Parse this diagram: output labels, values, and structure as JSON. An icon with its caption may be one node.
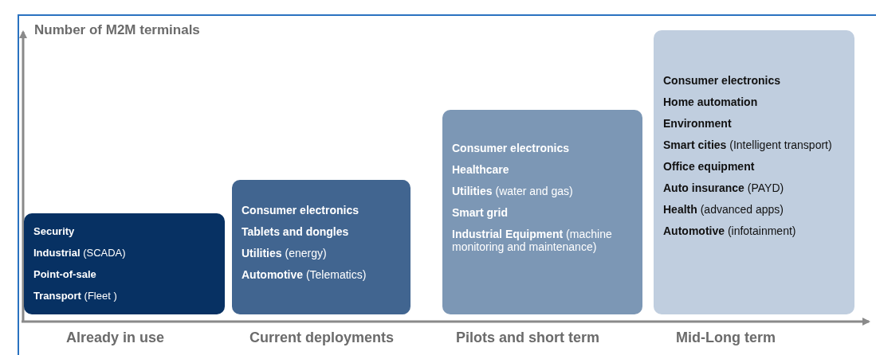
{
  "diagram": {
    "nodes": [
      {
        "text": [
          "Security",
          "**Industrial** (SCADA)",
          "Point-of-sale",
          "**Transport** (Fleet )"
        ]
      },
      {
        "text": [
          "Consumer electronics",
          "Tablets and dongles",
          "**Utilities** (energy)",
          "**Automotive** (Telematics)"
        ]
      },
      {
        "text": [
          "Consumer electronics",
          "Healthcare",
          "**Utilities** (water and gas)",
          "Smart grid",
          "**Industrial Equipment** (machine monitoring and maintenance)"
        ]
      },
      {
        "text": [
          "Consumer electronics",
          "Home automation",
          "Environment",
          "**Smart cities** (Intelligent transport)",
          "Office equipment",
          "**Auto insurance** (PAYD)",
          "**Health** (advanced apps)",
          "**Automotive** (infotainment)"
        ]
      }
    ],
    "edges": [],
    "labels": [
      "Number of M2M terminals",
      "Already in use",
      "Current deployments",
      "Pilots and short term",
      "Mid-Long term"
    ]
  }
}
